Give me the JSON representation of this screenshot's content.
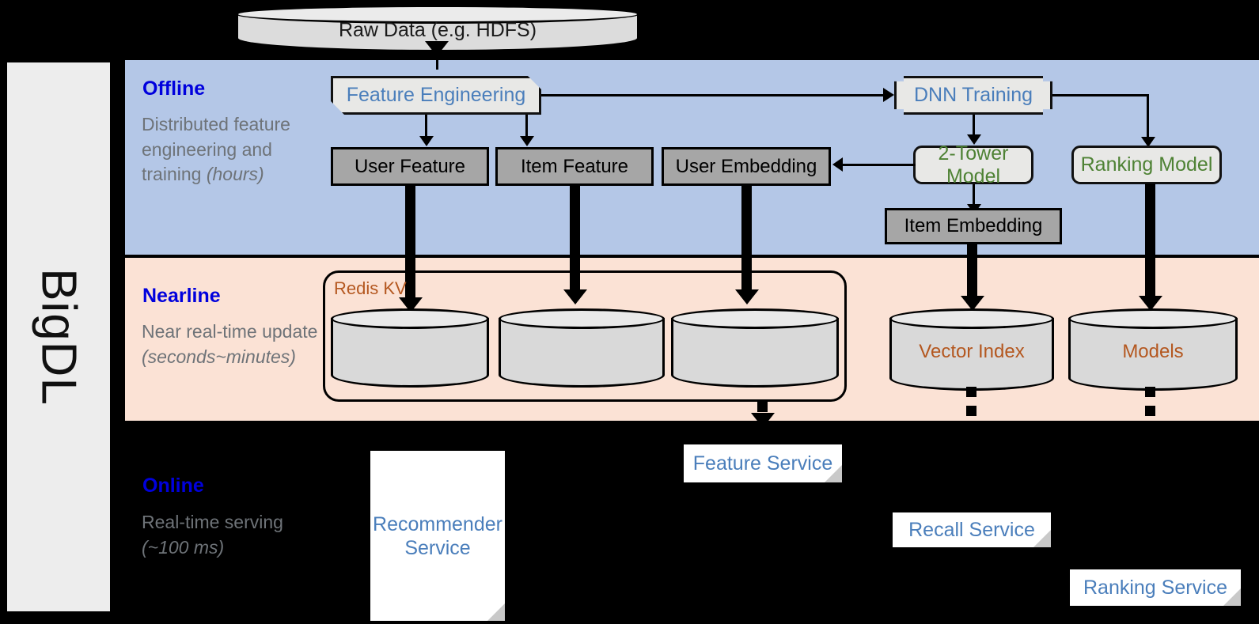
{
  "sidebar": {
    "label": "BigDL"
  },
  "source": {
    "label": "Raw Data (e.g. HDFS)"
  },
  "stages": {
    "offline": {
      "title": "Offline",
      "desc_main": "Distributed feature engineering and training ",
      "desc_em": "(hours)"
    },
    "nearline": {
      "title": "Nearline",
      "desc_main": "Near real-time update ",
      "desc_em": "(seconds~minutes)"
    },
    "online": {
      "title": "Online",
      "desc_main": "Real-time serving ",
      "desc_em": "(~100 ms)"
    }
  },
  "offline": {
    "feature_engineering": "Feature Engineering",
    "dnn_training": "DNN Training",
    "user_feature": "User Feature",
    "item_feature": "Item Feature",
    "user_embedding": "User Embedding",
    "two_tower_model": "2-Tower Model",
    "ranking_model": "Ranking Model",
    "item_embedding": "Item Embedding"
  },
  "nearline": {
    "redis_kv": "Redis KV",
    "vector_index": "Vector Index",
    "models": "Models"
  },
  "online": {
    "recommender_service": "Recommender Service",
    "feature_service": "Feature Service",
    "recall_service": "Recall Service",
    "ranking_service": "Ranking Service"
  },
  "colors": {
    "offline_band": "#b4c7e7",
    "nearline_band": "#fbe2d5",
    "online_band": "#000000",
    "stage_title": "#0000dd",
    "stage_desc": "#6e7378",
    "blue_text": "#4a7ebb",
    "green_text": "#4e8234",
    "brown_text": "#b4571f",
    "gray_box": "#a6a6a6",
    "light_box": "#e8e8e6",
    "sidebar": "#ededed"
  }
}
